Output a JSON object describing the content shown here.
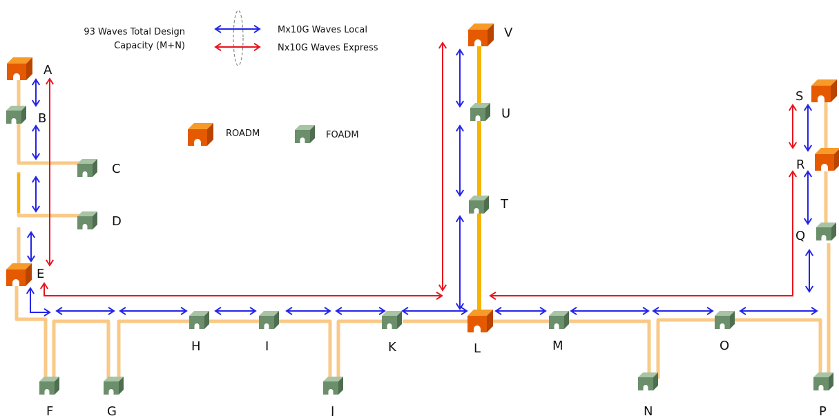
{
  "legend": {
    "capacity_lines": [
      "93 Waves Total Design",
      "Capacity (M+N)"
    ],
    "local": "Mx10G Waves Local",
    "express": "Nx10G Waves Express",
    "roadm": "ROADM",
    "foadm": "FOADM"
  },
  "colors": {
    "fiber": "#f9c987",
    "fiber_highlight": "#f4b400",
    "local_arrow": "#2424e8",
    "express_arrow": "#e8141e",
    "roadm_front": "#e55a00",
    "roadm_top": "#f79a28",
    "foadm_front": "#6b8e6b",
    "foadm_top": "#a9c4a5"
  },
  "nodes": [
    {
      "id": "A",
      "type": "ROADM"
    },
    {
      "id": "B",
      "type": "FOADM"
    },
    {
      "id": "C",
      "type": "FOADM"
    },
    {
      "id": "D",
      "type": "FOADM"
    },
    {
      "id": "E",
      "type": "ROADM"
    },
    {
      "id": "F",
      "type": "FOADM"
    },
    {
      "id": "G",
      "type": "FOADM"
    },
    {
      "id": "H",
      "type": "FOADM"
    },
    {
      "id": "I",
      "type": "FOADM"
    },
    {
      "id": "J",
      "type": "FOADM"
    },
    {
      "id": "K",
      "type": "FOADM"
    },
    {
      "id": "L",
      "type": "ROADM"
    },
    {
      "id": "M",
      "type": "FOADM"
    },
    {
      "id": "N",
      "type": "FOADM"
    },
    {
      "id": "O",
      "type": "FOADM"
    },
    {
      "id": "P",
      "type": "FOADM"
    },
    {
      "id": "Q",
      "type": "FOADM"
    },
    {
      "id": "R",
      "type": "ROADM"
    },
    {
      "id": "S",
      "type": "ROADM"
    },
    {
      "id": "T",
      "type": "FOADM"
    },
    {
      "id": "U",
      "type": "FOADM"
    },
    {
      "id": "V",
      "type": "ROADM"
    }
  ]
}
